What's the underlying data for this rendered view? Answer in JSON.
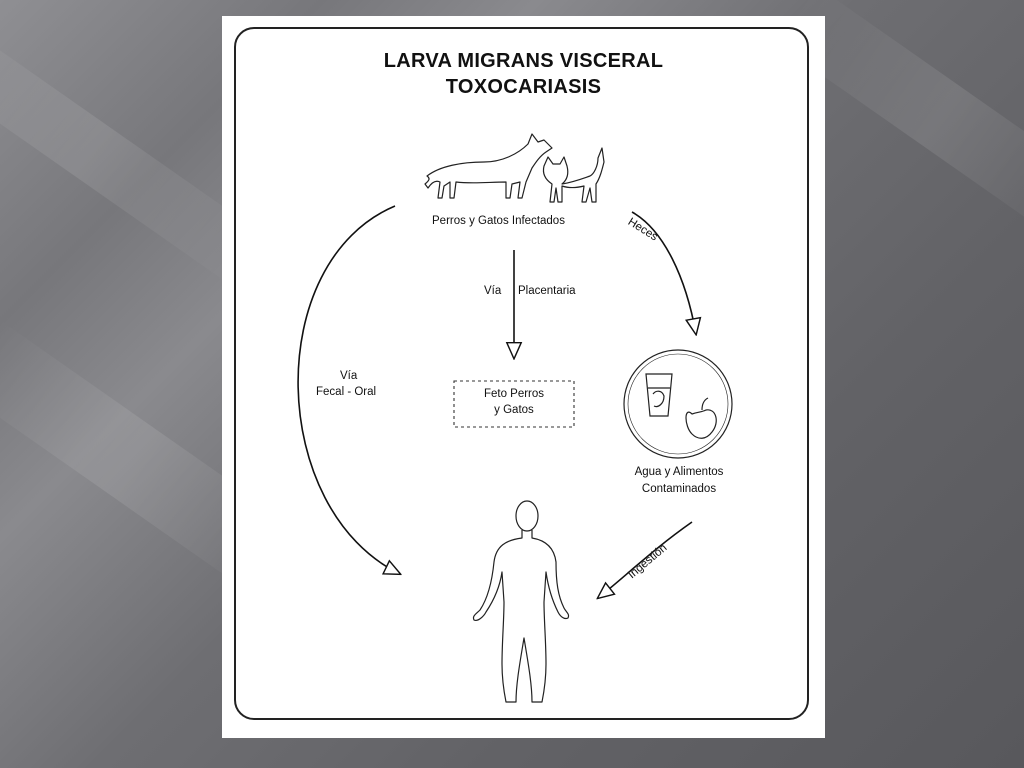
{
  "diagram": {
    "title_line1": "LARVA MIGRANS VISCERAL",
    "title_line2": "TOXOCARIASIS",
    "nodes": {
      "host": "Perros y Gatos Infectados",
      "fetus_line1": "Feto Perros",
      "fetus_line2": "y Gatos",
      "food_line1": "Agua y Alimentos",
      "food_line2": "Contaminados"
    },
    "edges": {
      "placental_a": "Vía",
      "placental_b": "Placentaria",
      "feces": "Heces",
      "fecal_oral_line1": "Vía",
      "fecal_oral_line2": "Fecal - Oral",
      "ingestion": "Ingestión"
    }
  },
  "colors": {
    "ink": "#111111",
    "paper": "#ffffff"
  }
}
